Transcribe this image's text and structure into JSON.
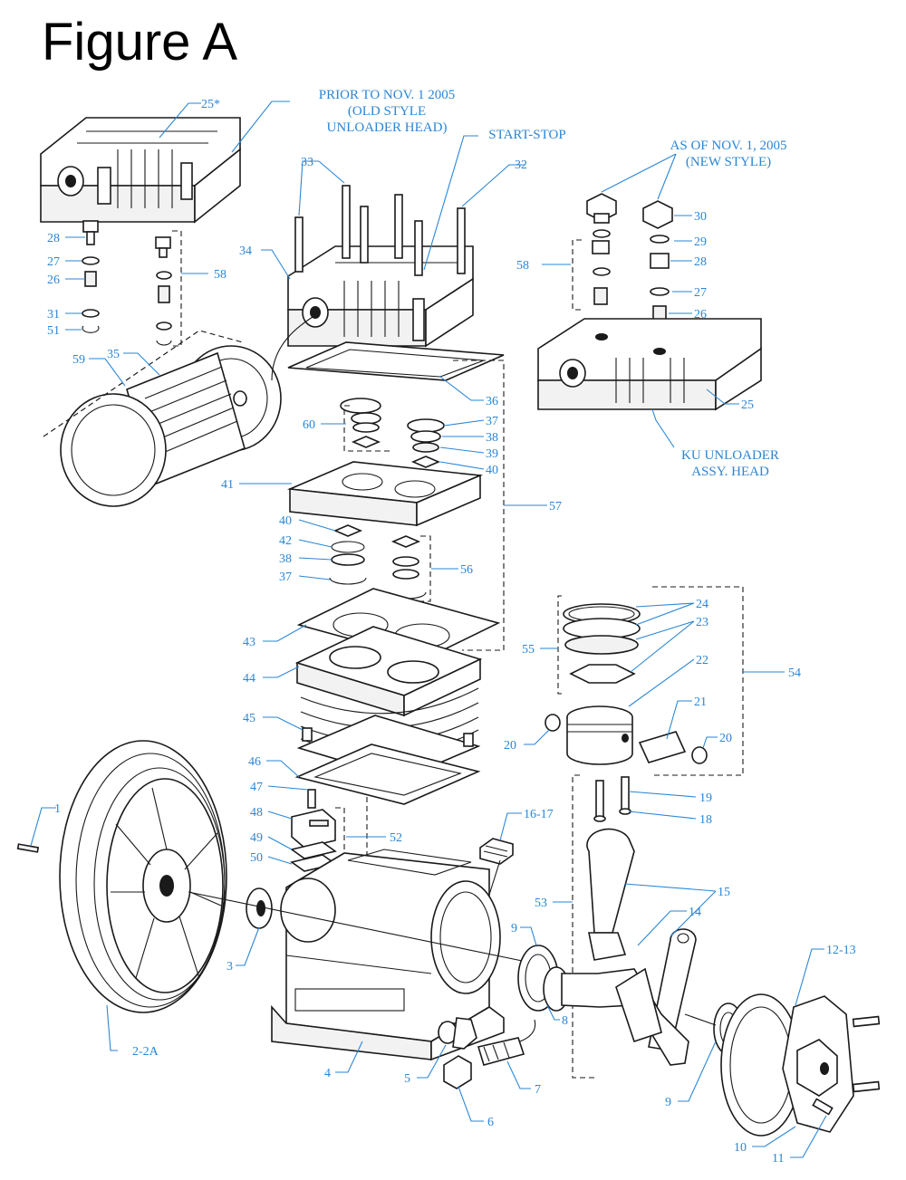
{
  "figure": {
    "title": "Figure A"
  },
  "notes": {
    "old_style": [
      "PRIOR TO NOV. 1 2005",
      "(OLD STYLE",
      "UNLOADER HEAD)"
    ],
    "start_stop": "START-STOP",
    "new_style": [
      "AS OF NOV. 1, 2005",
      "(NEW STYLE)"
    ],
    "ku_unloader": [
      "KU UNLOADER",
      "ASSY. HEAD"
    ]
  },
  "callouts": [
    {
      "id": "c25s",
      "text": "25*"
    },
    {
      "id": "c33",
      "text": "33"
    },
    {
      "id": "c32",
      "text": "32"
    },
    {
      "id": "c34",
      "text": "34"
    },
    {
      "id": "c28a",
      "text": "28"
    },
    {
      "id": "c27a",
      "text": "27"
    },
    {
      "id": "c26a",
      "text": "26"
    },
    {
      "id": "c31",
      "text": "31"
    },
    {
      "id": "c51",
      "text": "51"
    },
    {
      "id": "c58a",
      "text": "58"
    },
    {
      "id": "c59",
      "text": "59"
    },
    {
      "id": "c35",
      "text": "35"
    },
    {
      "id": "c30",
      "text": "30"
    },
    {
      "id": "c29",
      "text": "29"
    },
    {
      "id": "c28b",
      "text": "28"
    },
    {
      "id": "c27b",
      "text": "27"
    },
    {
      "id": "c26b",
      "text": "26"
    },
    {
      "id": "c58b",
      "text": "58"
    },
    {
      "id": "c25",
      "text": "25"
    },
    {
      "id": "c36",
      "text": "36"
    },
    {
      "id": "c60",
      "text": "60"
    },
    {
      "id": "c37a",
      "text": "37"
    },
    {
      "id": "c38a",
      "text": "38"
    },
    {
      "id": "c39",
      "text": "39"
    },
    {
      "id": "c40a",
      "text": "40"
    },
    {
      "id": "c41",
      "text": "41"
    },
    {
      "id": "c57",
      "text": "57"
    },
    {
      "id": "c40b",
      "text": "40"
    },
    {
      "id": "c42",
      "text": "42"
    },
    {
      "id": "c38b",
      "text": "38"
    },
    {
      "id": "c37b",
      "text": "37"
    },
    {
      "id": "c56",
      "text": "56"
    },
    {
      "id": "c43",
      "text": "43"
    },
    {
      "id": "c44",
      "text": "44"
    },
    {
      "id": "c45",
      "text": "45"
    },
    {
      "id": "c46",
      "text": "46"
    },
    {
      "id": "c47",
      "text": "47"
    },
    {
      "id": "c48",
      "text": "48"
    },
    {
      "id": "c49",
      "text": "49"
    },
    {
      "id": "c50",
      "text": "50"
    },
    {
      "id": "c52",
      "text": "52"
    },
    {
      "id": "c24",
      "text": "24"
    },
    {
      "id": "c23",
      "text": "23"
    },
    {
      "id": "c55",
      "text": "55"
    },
    {
      "id": "c22",
      "text": "22"
    },
    {
      "id": "c54",
      "text": "54"
    },
    {
      "id": "c21",
      "text": "21"
    },
    {
      "id": "c20a",
      "text": "20"
    },
    {
      "id": "c20b",
      "text": "20"
    },
    {
      "id": "c19",
      "text": "19"
    },
    {
      "id": "c18",
      "text": "18"
    },
    {
      "id": "c16",
      "text": "16-17"
    },
    {
      "id": "c1",
      "text": "1"
    },
    {
      "id": "c53",
      "text": "53"
    },
    {
      "id": "c15",
      "text": "15"
    },
    {
      "id": "c14",
      "text": "14"
    },
    {
      "id": "c9a",
      "text": "9"
    },
    {
      "id": "c3",
      "text": "3"
    },
    {
      "id": "c8",
      "text": "8"
    },
    {
      "id": "c12",
      "text": "12-13"
    },
    {
      "id": "c22b",
      "text": "2-2A"
    },
    {
      "id": "c4",
      "text": "4"
    },
    {
      "id": "c5",
      "text": "5"
    },
    {
      "id": "c7",
      "text": "7"
    },
    {
      "id": "c6",
      "text": "6"
    },
    {
      "id": "c9b",
      "text": "9"
    },
    {
      "id": "c10",
      "text": "10"
    },
    {
      "id": "c11",
      "text": "11"
    }
  ]
}
